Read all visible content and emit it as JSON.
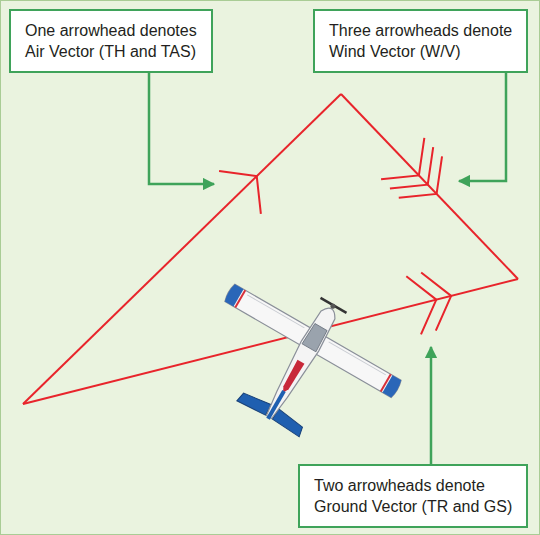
{
  "diagram": {
    "nodes": [
      {
        "text": [
          "One arrowhead denotes Air Vector (TH and TAS)"
        ]
      },
      {
        "text": [
          "Three arrowheads denote Wind Vector (W/V)"
        ]
      },
      {
        "text": [
          "Two arrowheads denote Ground Vector (TR and GS)"
        ]
      }
    ]
  }
}
